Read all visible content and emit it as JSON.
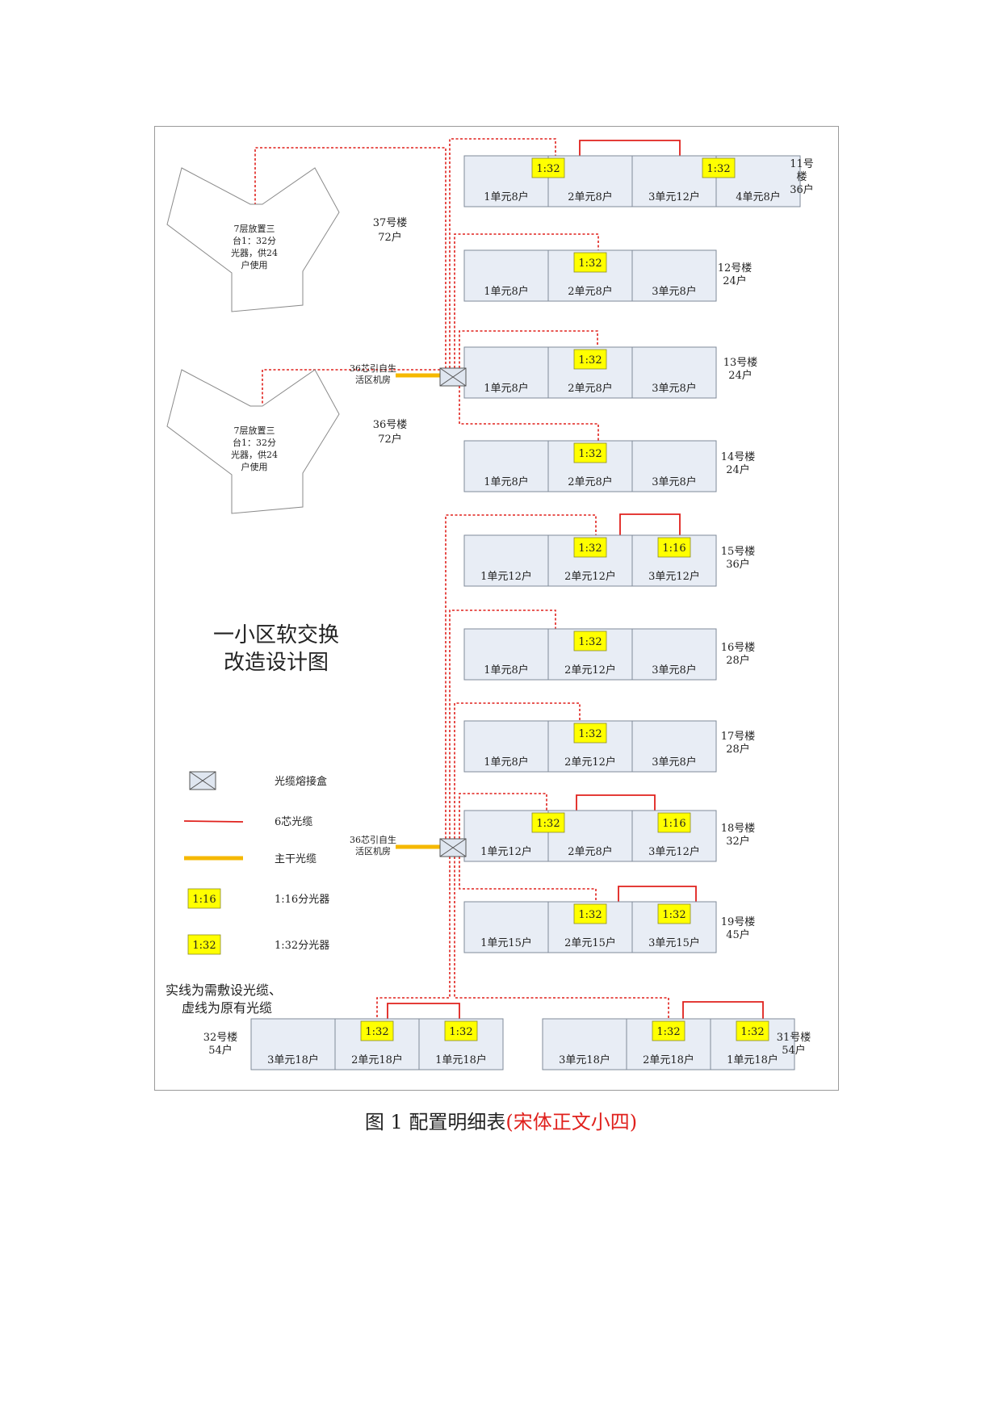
{
  "diagram": {
    "title": [
      "一小区软交换",
      "改造设计图"
    ],
    "caption_main": "图 1  配置明细表",
    "caption_note": "(宋体正文小四)",
    "hub_note": [
      "36芯引自生",
      "活区机房"
    ],
    "towers": [
      {
        "label": [
          "7层放置三",
          "台1：32分",
          "光器，供24",
          "户使用"
        ],
        "building": "37号楼",
        "households": "72户"
      },
      {
        "label": [
          "7层放置三",
          "台1：32分",
          "光器，供24",
          "户使用"
        ],
        "building": "36号楼",
        "households": "72户"
      }
    ],
    "buildings": [
      {
        "name": "11号楼",
        "name_lines": [
          "11号",
          "楼"
        ],
        "households": "36户",
        "units": [
          "1单元8户",
          "2单元8户",
          "3单元12户",
          "4单元8户"
        ],
        "splitters": [
          "1:32",
          "",
          "1:32",
          ""
        ]
      },
      {
        "name": "12号楼",
        "households": "24户",
        "units": [
          "1单元8户",
          "2单元8户",
          "3单元8户"
        ],
        "splitters": [
          "",
          "1:32",
          ""
        ]
      },
      {
        "name": "13号楼",
        "households": "24户",
        "units": [
          "1单元8户",
          "2单元8户",
          "3单元8户"
        ],
        "splitters": [
          "",
          "1:32",
          ""
        ]
      },
      {
        "name": "14号楼",
        "households": "24户",
        "units": [
          "1单元8户",
          "2单元8户",
          "3单元8户"
        ],
        "splitters": [
          "",
          "1:32",
          ""
        ]
      },
      {
        "name": "15号楼",
        "households": "36户",
        "units": [
          "1单元12户",
          "2单元12户",
          "3单元12户"
        ],
        "splitters": [
          "",
          "1:32",
          "1:16"
        ]
      },
      {
        "name": "16号楼",
        "households": "28户",
        "units": [
          "1单元8户",
          "2单元12户",
          "3单元8户"
        ],
        "splitters": [
          "",
          "1:32",
          ""
        ]
      },
      {
        "name": "17号楼",
        "households": "28户",
        "units": [
          "1单元8户",
          "2单元12户",
          "3单元8户"
        ],
        "splitters": [
          "",
          "1:32",
          ""
        ]
      },
      {
        "name": "18号楼",
        "households": "32户",
        "units": [
          "1单元12户",
          "2单元8户",
          "3单元12户"
        ],
        "splitters": [
          "1:32",
          "",
          "1:16"
        ]
      },
      {
        "name": "19号楼",
        "households": "45户",
        "units": [
          "1单元15户",
          "2单元15户",
          "3单元15户"
        ],
        "splitters": [
          "",
          "1:32",
          "1:32"
        ]
      },
      {
        "name": "32号楼",
        "households": "54户",
        "units": [
          "3单元18户",
          "2单元18户",
          "1单元18户"
        ],
        "splitters": [
          "",
          "1:32",
          "1:32"
        ]
      },
      {
        "name": "31号楼",
        "name_lines": [
          "31号楼"
        ],
        "households": "54户",
        "units": [
          "3单元18户",
          "2单元18户",
          "1单元18户"
        ],
        "splitters": [
          "",
          "1:32",
          "1:32"
        ]
      }
    ],
    "legend": [
      {
        "symbol": "splice-box",
        "label": "光缆熔接盒"
      },
      {
        "symbol": "red-line",
        "label": "6芯光缆"
      },
      {
        "symbol": "orange-line",
        "label": "主干光缆"
      },
      {
        "symbol": "box",
        "box_text": "1:16",
        "label": "1:16分光器"
      },
      {
        "symbol": "box",
        "box_text": "1:32",
        "label": "1:32分光器"
      }
    ],
    "legend_note": [
      "实线为需敷设光缆、",
      "虚线为原有光缆"
    ],
    "colors": {
      "red": "#e0201c",
      "orange": "#f5b800",
      "splitter": "#ffff00",
      "unit_fill": "#e8edf5",
      "unit_stroke": "#7f8a99"
    }
  }
}
